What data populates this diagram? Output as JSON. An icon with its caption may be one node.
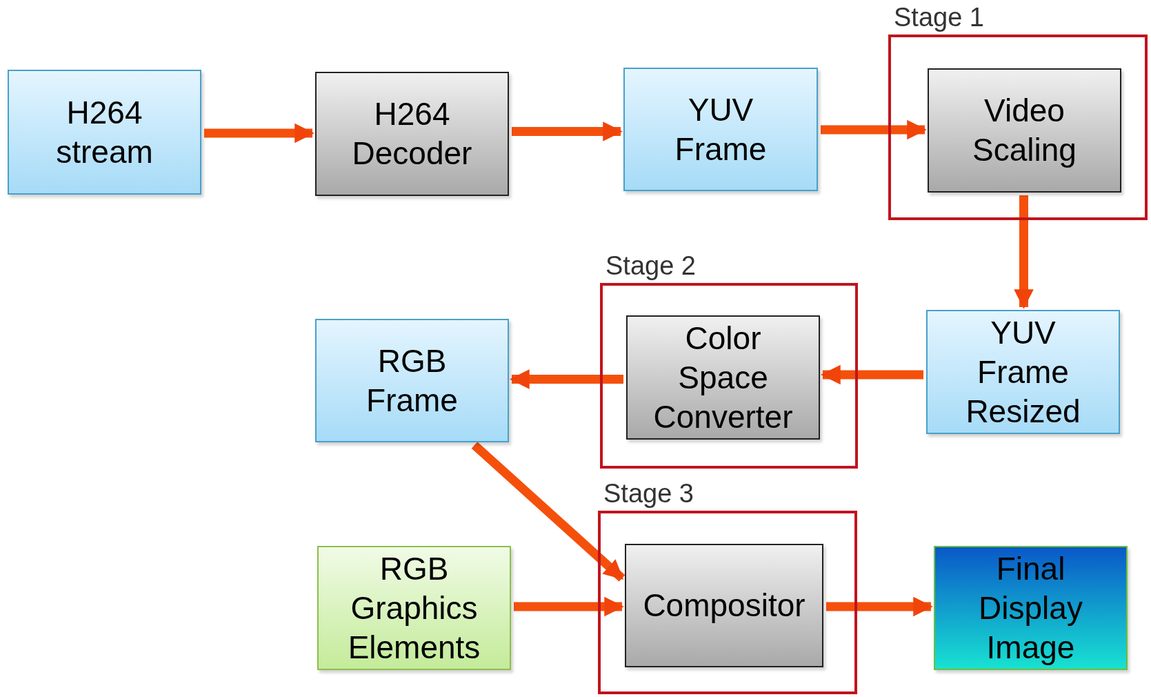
{
  "diagram": {
    "nodes": [
      {
        "text": [
          "H264 stream"
        ]
      },
      {
        "text": [
          "H264 Decoder"
        ]
      },
      {
        "text": [
          "YUV Frame"
        ]
      },
      {
        "text": [
          "Stage 1"
        ]
      },
      {
        "text": [
          "Video Scaling"
        ],
        "in": 3
      },
      {
        "text": [
          "Stage 2"
        ]
      },
      {
        "text": [
          "Color Space Converter"
        ],
        "in": 5
      },
      {
        "text": [
          "RGB Frame"
        ]
      },
      {
        "text": [
          "YUV Frame Resized"
        ]
      },
      {
        "text": [
          "Stage 3"
        ]
      },
      {
        "text": [
          "RGB Graphics Elements"
        ]
      },
      {
        "text": [
          "Compositor"
        ],
        "in": 9
      },
      {
        "text": [
          "Final Display Image"
        ]
      }
    ],
    "edges": [
      {
        "from": 0,
        "to": 1,
        "arrow": "to"
      },
      {
        "from": 1,
        "to": 2,
        "arrow": "to"
      },
      {
        "from": 2,
        "to": 4,
        "arrow": "to"
      },
      {
        "from": 4,
        "to": 8,
        "arrow": "to"
      },
      {
        "from": 8,
        "to": 6,
        "arrow": "to"
      },
      {
        "from": 6,
        "to": 7,
        "arrow": "to"
      },
      {
        "from": 7,
        "to": 11,
        "arrow": "to"
      },
      {
        "from": 10,
        "to": 11,
        "arrow": "to"
      },
      {
        "from": 11,
        "to": 12,
        "arrow": "to"
      }
    ]
  }
}
